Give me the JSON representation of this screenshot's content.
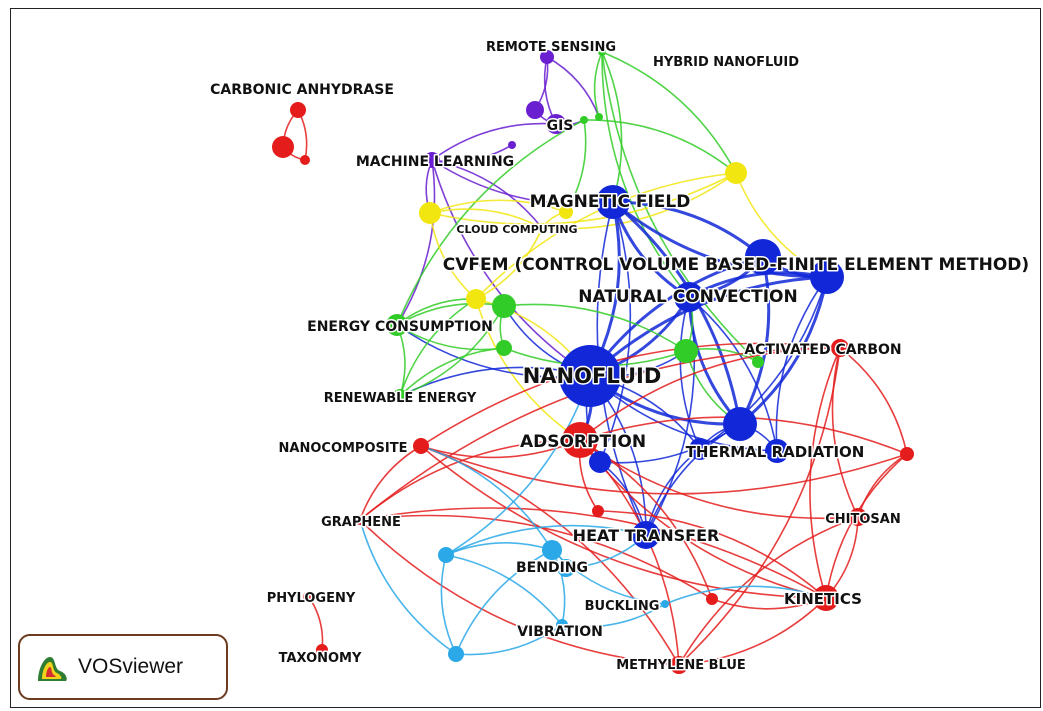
{
  "app": {
    "name": "VOSviewer"
  },
  "colors": {
    "red": "#e41c1c",
    "blue": "#1228d8",
    "green": "#32cc28",
    "yellow": "#f2e611",
    "purple": "#6a1fd0",
    "cyan": "#2aa8e8"
  },
  "nodes": [
    {
      "id": "carbonic_anhydrase",
      "label": "CARBONIC ANHYDRASE",
      "cluster": "red"
    },
    {
      "id": "ca_b",
      "label": "",
      "cluster": "red"
    },
    {
      "id": "ca_c",
      "label": "",
      "cluster": "red"
    },
    {
      "id": "remote_sensing",
      "label": "REMOTE SENSING",
      "cluster": "purple"
    },
    {
      "id": "gis",
      "label": "GIS",
      "cluster": "purple"
    },
    {
      "id": "pur_a",
      "label": "",
      "cluster": "purple"
    },
    {
      "id": "pur_b",
      "label": "",
      "cluster": "purple"
    },
    {
      "id": "machine_learning",
      "label": "MACHINE LEARNING",
      "cluster": "purple"
    },
    {
      "id": "hybrid_nanofluid",
      "label": "HYBRID NANOFLUID",
      "cluster": "green"
    },
    {
      "id": "grn_a",
      "label": "",
      "cluster": "green"
    },
    {
      "id": "grn_b",
      "label": "",
      "cluster": "green"
    },
    {
      "id": "yel_top",
      "label": "",
      "cluster": "yellow"
    },
    {
      "id": "magnetic_field",
      "label": "MAGNETIC FIELD",
      "cluster": "blue"
    },
    {
      "id": "cloud_computing",
      "label": "CLOUD COMPUTING",
      "cluster": "yellow"
    },
    {
      "id": "yel_a",
      "label": "",
      "cluster": "yellow"
    },
    {
      "id": "yel_b",
      "label": "",
      "cluster": "yellow"
    },
    {
      "id": "cvfem",
      "label": "CVFEM (CONTROL VOLUME BASED-FINITE ELEMENT METHOD)",
      "cluster": "blue"
    },
    {
      "id": "fem_node",
      "label": "",
      "cluster": "blue"
    },
    {
      "id": "natural_convection",
      "label": "NATURAL CONVECTION",
      "cluster": "blue"
    },
    {
      "id": "blu_a",
      "label": "",
      "cluster": "blue"
    },
    {
      "id": "energy_consumption",
      "label": "ENERGY CONSUMPTION",
      "cluster": "green"
    },
    {
      "id": "yel_c",
      "label": "",
      "cluster": "yellow"
    },
    {
      "id": "grn_c",
      "label": "",
      "cluster": "green"
    },
    {
      "id": "grn_d",
      "label": "",
      "cluster": "green"
    },
    {
      "id": "nanofluid",
      "label": "NANOFLUID",
      "cluster": "blue"
    },
    {
      "id": "grn_e",
      "label": "",
      "cluster": "green"
    },
    {
      "id": "activated_carbon",
      "label": "ACTIVATED CARBON",
      "cluster": "red"
    },
    {
      "id": "grn_f",
      "label": "",
      "cluster": "green"
    },
    {
      "id": "renewable_energy",
      "label": "RENEWABLE ENERGY",
      "cluster": "green"
    },
    {
      "id": "nanocomposite",
      "label": "NANOCOMPOSITE",
      "cluster": "red"
    },
    {
      "id": "adsorption",
      "label": "ADSORPTION",
      "cluster": "red"
    },
    {
      "id": "blu_b",
      "label": "",
      "cluster": "blue"
    },
    {
      "id": "blu_c",
      "label": "",
      "cluster": "blue"
    },
    {
      "id": "thermal_radiation",
      "label": "THERMAL RADIATION",
      "cluster": "blue"
    },
    {
      "id": "blu_d",
      "label": "",
      "cluster": "blue"
    },
    {
      "id": "red_right",
      "label": "",
      "cluster": "red"
    },
    {
      "id": "graphene",
      "label": "GRAPHENE",
      "cluster": "red"
    },
    {
      "id": "heat_transfer",
      "label": "HEAT TRANSFER",
      "cluster": "blue"
    },
    {
      "id": "red_a",
      "label": "",
      "cluster": "red"
    },
    {
      "id": "chitosan",
      "label": "CHITOSAN",
      "cluster": "red"
    },
    {
      "id": "bending",
      "label": "BENDING",
      "cluster": "cyan"
    },
    {
      "id": "cyn_a",
      "label": "",
      "cluster": "cyan"
    },
    {
      "id": "cyn_b",
      "label": "",
      "cluster": "cyan"
    },
    {
      "id": "buckling",
      "label": "BUCKLING",
      "cluster": "cyan"
    },
    {
      "id": "vibration",
      "label": "VIBRATION",
      "cluster": "cyan"
    },
    {
      "id": "cyn_c",
      "label": "",
      "cluster": "cyan"
    },
    {
      "id": "kinetics",
      "label": "KINETICS",
      "cluster": "red"
    },
    {
      "id": "red_b",
      "label": "",
      "cluster": "red"
    },
    {
      "id": "phylogeny",
      "label": "PHYLOGENY",
      "cluster": "red"
    },
    {
      "id": "taxonomy",
      "label": "TAXONOMY",
      "cluster": "red"
    },
    {
      "id": "methylene_blue",
      "label": "METHYLENE BLUE",
      "cluster": "red"
    }
  ],
  "edges": [
    [
      "carbonic_anhydrase",
      "ca_b"
    ],
    [
      "carbonic_anhydrase",
      "ca_c"
    ],
    [
      "ca_b",
      "ca_c"
    ],
    [
      "phylogeny",
      "taxonomy"
    ],
    [
      "remote_sensing",
      "gis"
    ],
    [
      "remote_sensing",
      "pur_a"
    ],
    [
      "gis",
      "machine_learning"
    ],
    [
      "gis",
      "pur_a"
    ],
    [
      "gis",
      "grn_a"
    ],
    [
      "pur_b",
      "machine_learning"
    ],
    [
      "machine_learning",
      "yel_a"
    ],
    [
      "machine_learning",
      "cloud_computing"
    ],
    [
      "machine_learning",
      "magnetic_field"
    ],
    [
      "machine_learning",
      "energy_consumption"
    ],
    [
      "machine_learning",
      "nanofluid"
    ],
    [
      "remote_sensing",
      "grn_b"
    ],
    [
      "hybrid_nanofluid",
      "grn_b"
    ],
    [
      "hybrid_nanofluid",
      "yel_top"
    ],
    [
      "hybrid_nanofluid",
      "natural_convection"
    ],
    [
      "hybrid_nanofluid",
      "magnetic_field"
    ],
    [
      "hybrid_nanofluid",
      "grn_f"
    ],
    [
      "yel_top",
      "yel_a"
    ],
    [
      "yel_top",
      "fem_node"
    ],
    [
      "yel_top",
      "cloud_computing"
    ],
    [
      "yel_top",
      "yel_c"
    ],
    [
      "grn_a",
      "yel_top"
    ],
    [
      "grn_a",
      "energy_consumption"
    ],
    [
      "grn_a",
      "yel_b"
    ],
    [
      "yel_a",
      "yel_c"
    ],
    [
      "yel_a",
      "cloud_computing"
    ],
    [
      "yel_b",
      "cloud_computing"
    ],
    [
      "yel_a",
      "yel_b"
    ],
    [
      "yel_c",
      "cloud_computing"
    ],
    [
      "yel_c",
      "nanofluid"
    ],
    [
      "yel_c",
      "adsorption"
    ],
    [
      "magnetic_field",
      "nanofluid"
    ],
    [
      "magnetic_field",
      "natural_convection"
    ],
    [
      "magnetic_field",
      "blu_a"
    ],
    [
      "magnetic_field",
      "fem_node"
    ],
    [
      "magnetic_field",
      "thermal_radiation"
    ],
    [
      "magnetic_field",
      "heat_transfer"
    ],
    [
      "magnetic_field",
      "blu_b"
    ],
    [
      "blu_a",
      "fem_node"
    ],
    [
      "blu_a",
      "natural_convection"
    ],
    [
      "blu_a",
      "nanofluid"
    ],
    [
      "blu_a",
      "thermal_radiation"
    ],
    [
      "fem_node",
      "natural_convection"
    ],
    [
      "fem_node",
      "thermal_radiation"
    ],
    [
      "fem_node",
      "nanofluid"
    ],
    [
      "fem_node",
      "blu_c"
    ],
    [
      "fem_node",
      "blu_d"
    ],
    [
      "natural_convection",
      "nanofluid"
    ],
    [
      "natural_convection",
      "thermal_radiation"
    ],
    [
      "natural_convection",
      "heat_transfer"
    ],
    [
      "natural_convection",
      "blu_c"
    ],
    [
      "natural_convection",
      "blu_d"
    ],
    [
      "nanofluid",
      "thermal_radiation"
    ],
    [
      "nanofluid",
      "heat_transfer"
    ],
    [
      "nanofluid",
      "blu_b"
    ],
    [
      "nanofluid",
      "blu_c"
    ],
    [
      "nanofluid",
      "blu_d"
    ],
    [
      "nanofluid",
      "adsorption"
    ],
    [
      "nanofluid",
      "grn_e"
    ],
    [
      "nanofluid",
      "energy_consumption"
    ],
    [
      "nanofluid",
      "renewable_energy"
    ],
    [
      "nanofluid",
      "grn_c"
    ],
    [
      "thermal_radiation",
      "blu_c"
    ],
    [
      "thermal_radiation",
      "blu_d"
    ],
    [
      "thermal_radiation",
      "heat_transfer"
    ],
    [
      "blu_b",
      "heat_transfer"
    ],
    [
      "blu_b",
      "thermal_radiation"
    ],
    [
      "heat_transfer",
      "blu_c"
    ],
    [
      "grn_e",
      "natural_convection"
    ],
    [
      "grn_e",
      "grn_f"
    ],
    [
      "grn_e",
      "thermal_radiation"
    ],
    [
      "energy_consumption",
      "grn_c"
    ],
    [
      "energy_consumption",
      "grn_d"
    ],
    [
      "energy_consumption",
      "yel_c"
    ],
    [
      "renewable_energy",
      "grn_c"
    ],
    [
      "renewable_energy",
      "grn_d"
    ],
    [
      "renewable_energy",
      "energy_consumption"
    ],
    [
      "renewable_energy",
      "yel_c"
    ],
    [
      "grn_c",
      "grn_d"
    ],
    [
      "grn_c",
      "grn_e"
    ],
    [
      "grn_d",
      "grn_e"
    ],
    [
      "adsorption",
      "activated_carbon"
    ],
    [
      "adsorption",
      "kinetics"
    ],
    [
      "adsorption",
      "methylene_blue"
    ],
    [
      "adsorption",
      "chitosan"
    ],
    [
      "adsorption",
      "nanocomposite"
    ],
    [
      "adsorption",
      "graphene"
    ],
    [
      "adsorption",
      "red_right"
    ],
    [
      "adsorption",
      "red_a"
    ],
    [
      "adsorption",
      "red_b"
    ],
    [
      "activated_carbon",
      "kinetics"
    ],
    [
      "activated_carbon",
      "methylene_blue"
    ],
    [
      "activated_carbon",
      "chitosan"
    ],
    [
      "activated_carbon",
      "red_right"
    ],
    [
      "activated_carbon",
      "nanocomposite"
    ],
    [
      "kinetics",
      "methylene_blue"
    ],
    [
      "kinetics",
      "chitosan"
    ],
    [
      "kinetics",
      "red_right"
    ],
    [
      "kinetics",
      "graphene"
    ],
    [
      "kinetics",
      "nanocomposite"
    ],
    [
      "kinetics",
      "red_a"
    ],
    [
      "kinetics",
      "red_b"
    ],
    [
      "chitosan",
      "methylene_blue"
    ],
    [
      "chitosan",
      "red_right"
    ],
    [
      "nanocomposite",
      "graphene"
    ],
    [
      "nanocomposite",
      "methylene_blue"
    ],
    [
      "graphene",
      "methylene_blue"
    ],
    [
      "graphene",
      "red_b"
    ],
    [
      "nanocomposite",
      "red_right"
    ],
    [
      "graphene",
      "activated_carbon"
    ],
    [
      "bending",
      "buckling"
    ],
    [
      "bending",
      "vibration"
    ],
    [
      "bending",
      "cyn_a"
    ],
    [
      "bending",
      "cyn_b"
    ],
    [
      "bending",
      "cyn_c"
    ],
    [
      "buckling",
      "vibration"
    ],
    [
      "vibration",
      "cyn_a"
    ],
    [
      "vibration",
      "cyn_c"
    ],
    [
      "cyn_a",
      "cyn_c"
    ],
    [
      "cyn_a",
      "heat_transfer"
    ],
    [
      "cyn_b",
      "heat_transfer"
    ],
    [
      "cyn_c",
      "graphene"
    ],
    [
      "bending",
      "nanocomposite"
    ],
    [
      "buckling",
      "kinetics"
    ],
    [
      "cyn_a",
      "nanofluid"
    ]
  ]
}
